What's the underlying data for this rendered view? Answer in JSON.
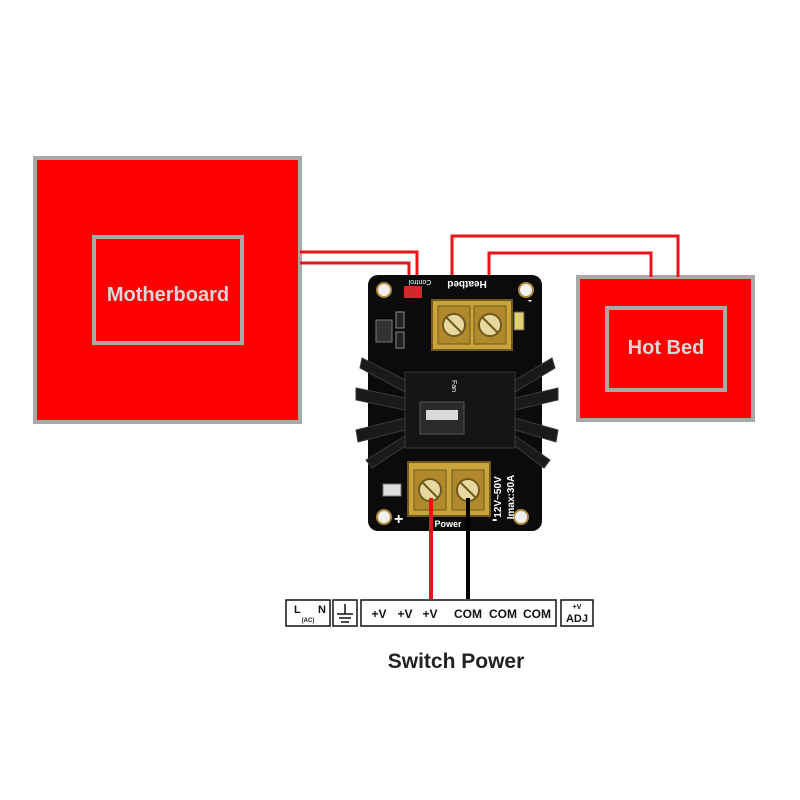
{
  "diagram": {
    "motherboard_label": "Motherboard",
    "hot_bed_label": "Hot Bed",
    "switch_power_label": "Switch Power",
    "module": {
      "top_label": "Heatbed",
      "control_label": "Control",
      "fan_label": "Fan",
      "rating_voltage": "12V~50V",
      "rating_current": "Imax:30A",
      "power_label": "Power",
      "plus_sign": "+",
      "minus_sign": "-",
      "top_minus_sign": "-"
    },
    "psu_terminals": {
      "l": "L",
      "ac": "(AC)",
      "n": "N",
      "v1": "+V",
      "v2": "+V",
      "v3": "+V",
      "com1": "COM",
      "com2": "COM",
      "com3": "COM",
      "adj_top": "+V",
      "adj_bottom": "ADJ"
    },
    "colors": {
      "block_red": "#ff0000",
      "block_border": "#a9a9a9",
      "label_text": "#d8d8d8",
      "wire_red": "#e8141c",
      "wire_black": "#000000",
      "pcb": "#0b0b0b",
      "terminal_brass": "#c9a43a"
    }
  }
}
